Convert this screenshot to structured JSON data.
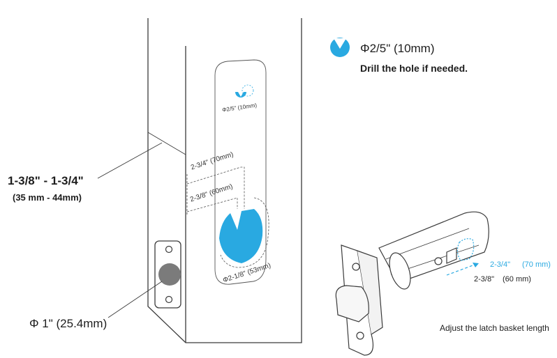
{
  "legend": {
    "drill_size": "Φ2/5\" (10mm)",
    "drill_note": "Drill the hole if needed."
  },
  "door": {
    "thickness": "1-3/8\" - 1-3/4\"",
    "thickness_metric": "(35 mm - 44mm)",
    "edge_bore": "Φ 1\" (25.4mm)"
  },
  "template": {
    "small_hole": "Φ2/5\" (10mm)",
    "backset_70": "2-3/4\" (70mm)",
    "backset_60": "2-3/8\" (60mm)",
    "cross_bore": "Φ2-1/8\" (53mm)"
  },
  "latch": {
    "backset_long_imperial": "2-3/4\"",
    "backset_long_metric": "(70 mm)",
    "backset_short_imperial": "2-3/8\"",
    "backset_short_metric": "(60 mm)",
    "adjust_note": "Adjust the latch basket length"
  },
  "colors": {
    "accent": "#29a9e1",
    "line": "#3a3a3a"
  }
}
